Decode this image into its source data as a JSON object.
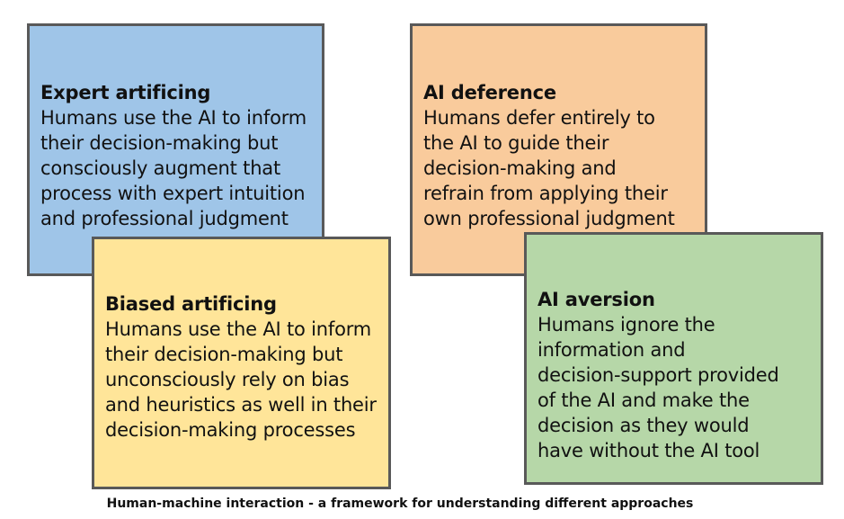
{
  "cards": [
    {
      "title": "Expert artificing",
      "body": "Humans use the AI to inform\ntheir decision-making but\nconsciously augment that\nprocess with expert intuition\nand professional judgment",
      "color": "#9fc5e8"
    },
    {
      "title": "AI deference",
      "body": "Humans defer entirely to\nthe AI to guide their\ndecision-making and\nrefrain from applying their\nown professional judgment",
      "color": "#f9cb9c"
    },
    {
      "title": "Biased artificing",
      "body": "Humans use the AI to inform\ntheir decision-making but\nunconsciously rely on bias\nand heuristics as well in their\ndecision-making processes",
      "color": "#ffe599"
    },
    {
      "title": "AI aversion",
      "body": "Humans ignore the\ninformation and\ndecision-support provided\nof the AI and make the\ndecision as they would\nhave without the AI tool",
      "color": "#b6d7a8"
    }
  ],
  "caption": "Human-machine interaction - a framework for understanding different approaches"
}
